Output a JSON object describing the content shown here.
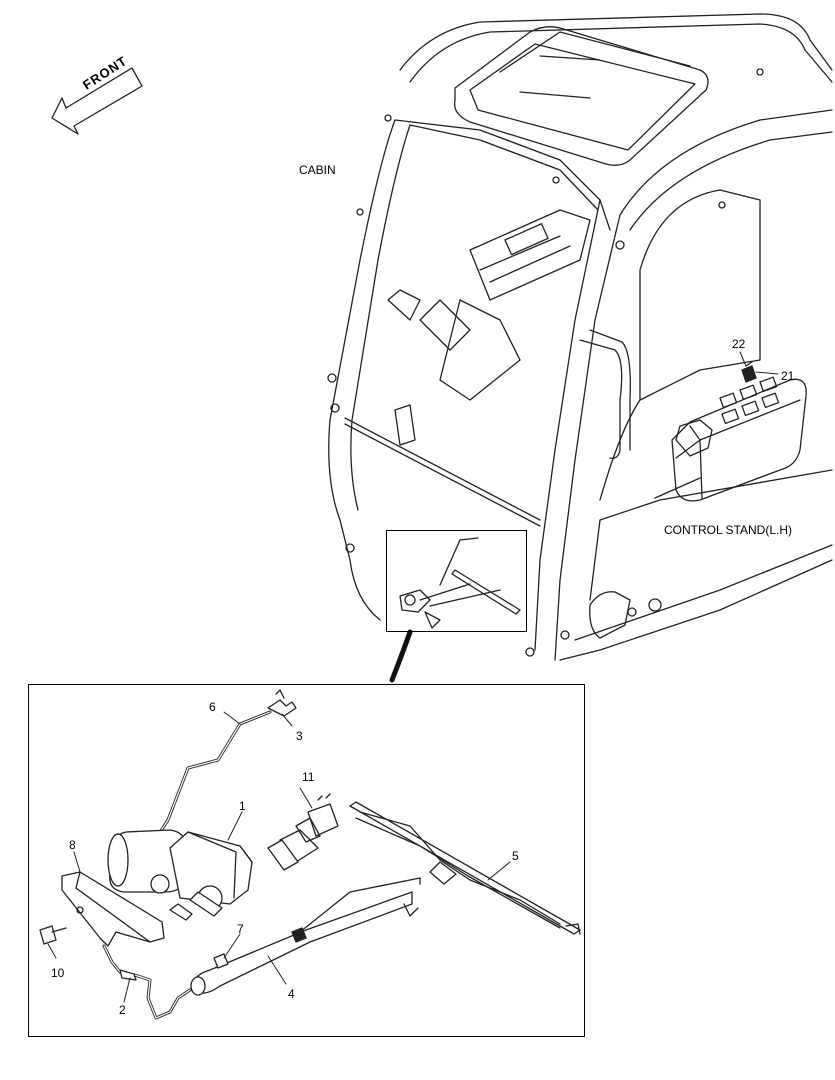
{
  "labels": {
    "front": "FRONT",
    "cabin": "CABIN",
    "control_stand": "CONTROL STAND(L.H)"
  },
  "callouts": {
    "p1": "1",
    "p2": "2",
    "p3": "3",
    "p4": "4",
    "p5": "5",
    "p6": "6",
    "p7": "7",
    "p8": "8",
    "p10": "10",
    "p11": "11",
    "p21": "21",
    "p22": "22"
  }
}
